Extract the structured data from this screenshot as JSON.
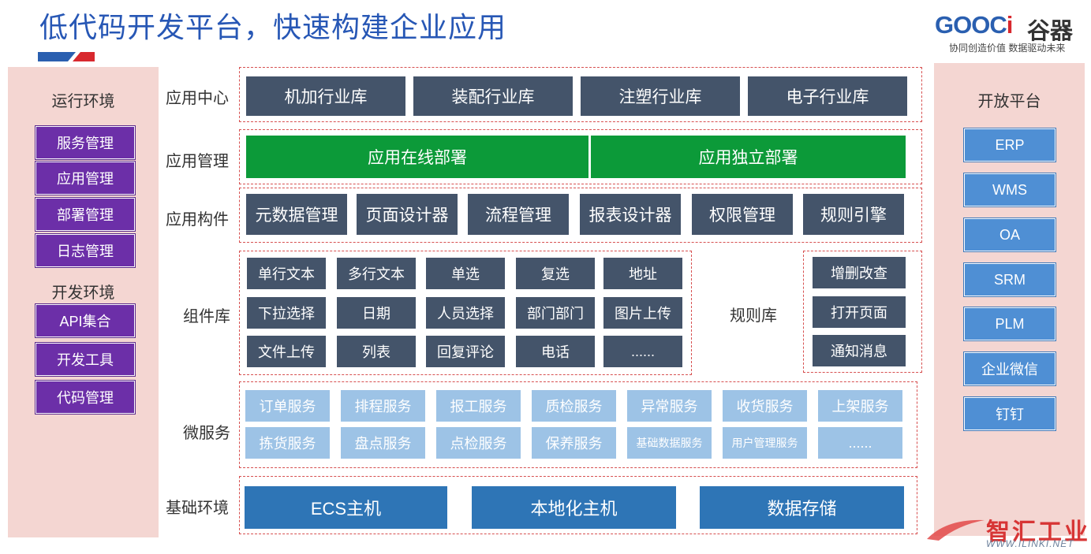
{
  "header": {
    "title": "低代码开发平台，快速构建企业应用",
    "logo_text": "GOOCi",
    "logo_cn": "谷器",
    "logo_slogan": "协同创造价值 数据驱动未来"
  },
  "left_panel": {
    "runtime_title": "运行环境",
    "runtime_items": [
      "服务管理",
      "应用管理",
      "部署管理",
      "日志管理"
    ],
    "dev_title": "开发环境",
    "dev_items": [
      "API集合",
      "开发工具",
      "代码管理"
    ]
  },
  "right_panel": {
    "title": "开放平台",
    "items": [
      "ERP",
      "WMS",
      "OA",
      "SRM",
      "PLM",
      "企业微信",
      "钉钉"
    ]
  },
  "layers": {
    "app_center": {
      "label": "应用中心",
      "items": [
        "机加行业库",
        "装配行业库",
        "注塑行业库",
        "电子行业库"
      ]
    },
    "app_manage": {
      "label": "应用管理",
      "items": [
        "应用在线部署",
        "应用独立部署"
      ]
    },
    "app_component": {
      "label": "应用构件",
      "items": [
        "元数据管理",
        "页面设计器",
        "流程管理",
        "报表设计器",
        "权限管理",
        "规则引擎"
      ]
    },
    "component_lib": {
      "label": "组件库",
      "items": [
        "单行文本",
        "多行文本",
        "单选",
        "复选",
        "地址",
        "下拉选择",
        "日期",
        "人员选择",
        "部门部门",
        "图片上传",
        "文件上传",
        "列表",
        "回复评论",
        "电话",
        "......"
      ]
    },
    "rule_lib": {
      "label": "规则库",
      "items": [
        "增删改查",
        "打开页面",
        "通知消息"
      ]
    },
    "micro_service": {
      "label": "微服务",
      "items": [
        "订单服务",
        "排程服务",
        "报工服务",
        "质检服务",
        "异常服务",
        "收货服务",
        "上架服务",
        "拣货服务",
        "盘点服务",
        "点检服务",
        "保养服务",
        "基础数据服务",
        "用户管理服务",
        "......"
      ]
    },
    "infrastructure": {
      "label": "基础环境",
      "items": [
        "ECS主机",
        "本地化主机",
        "数据存储"
      ]
    }
  },
  "watermark": {
    "text": "智汇工业",
    "url": "WWW.ILINKI.NET"
  }
}
